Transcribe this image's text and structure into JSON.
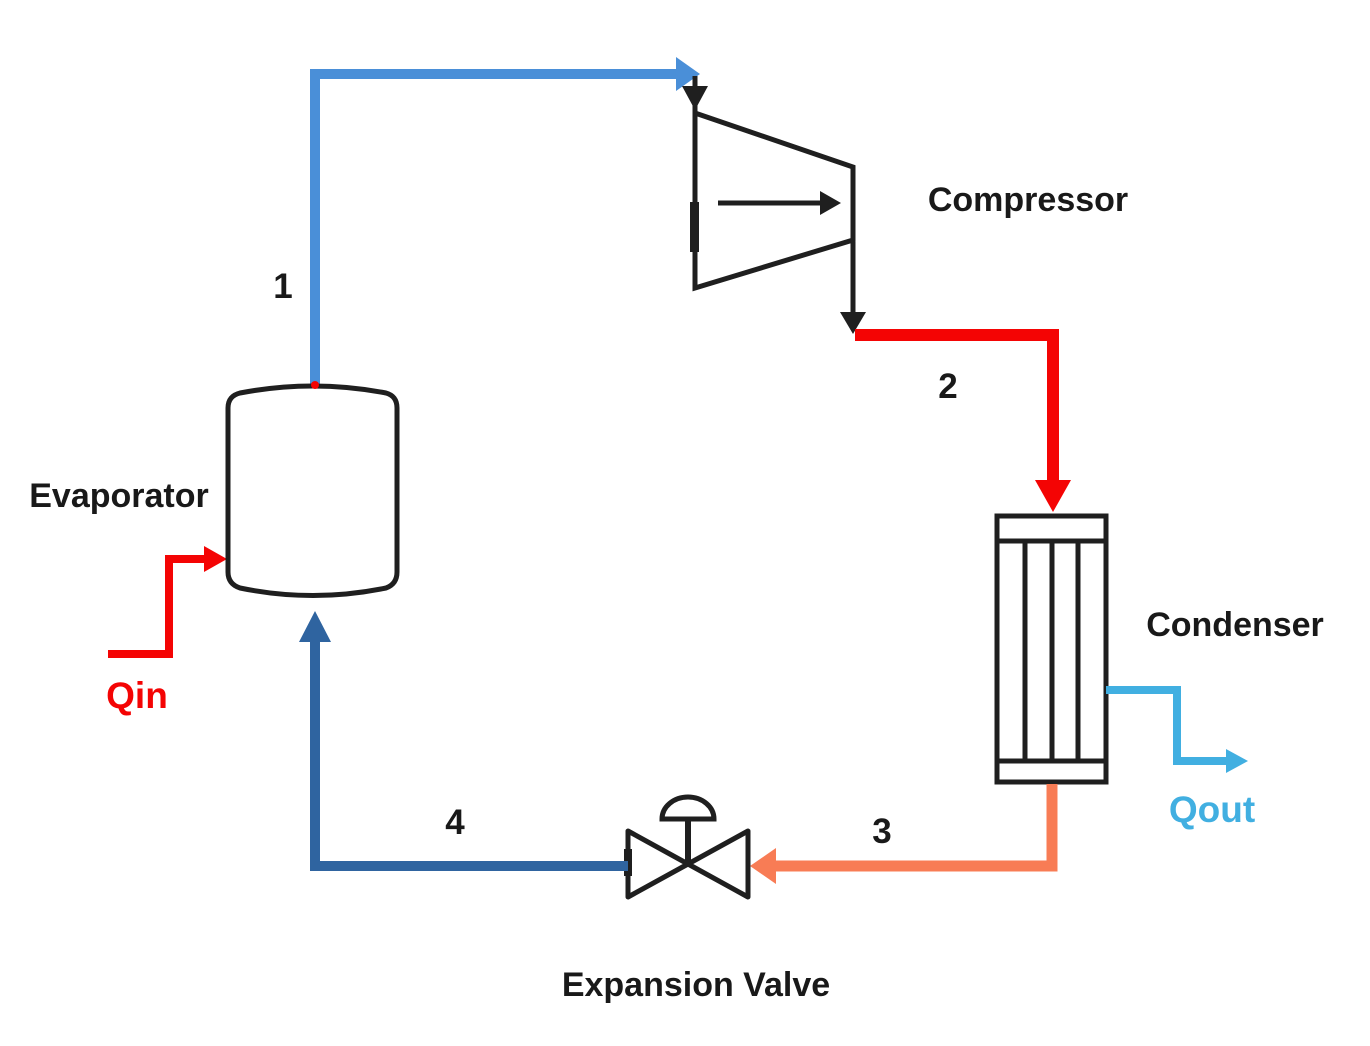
{
  "diagram": {
    "labels": {
      "evaporator": "Evaporator",
      "compressor": "Compressor",
      "condenser": "Condenser",
      "expansion_valve": "Expansion Valve"
    },
    "state_points": {
      "p1": "1",
      "p2": "2",
      "p3": "3",
      "p4": "4"
    },
    "heat_flows": {
      "qin": "Qin",
      "qout": "Qout"
    },
    "colors": {
      "stream1_suction_vapor": "#4A8FD8",
      "stream2_hot_discharge": "#F40404",
      "stream3_condensed_liquid": "#F87C55",
      "stream4_expanded_cold": "#2F64A0",
      "qin_arrow": "#F40404",
      "qout_arrow": "#41AFE1"
    }
  }
}
